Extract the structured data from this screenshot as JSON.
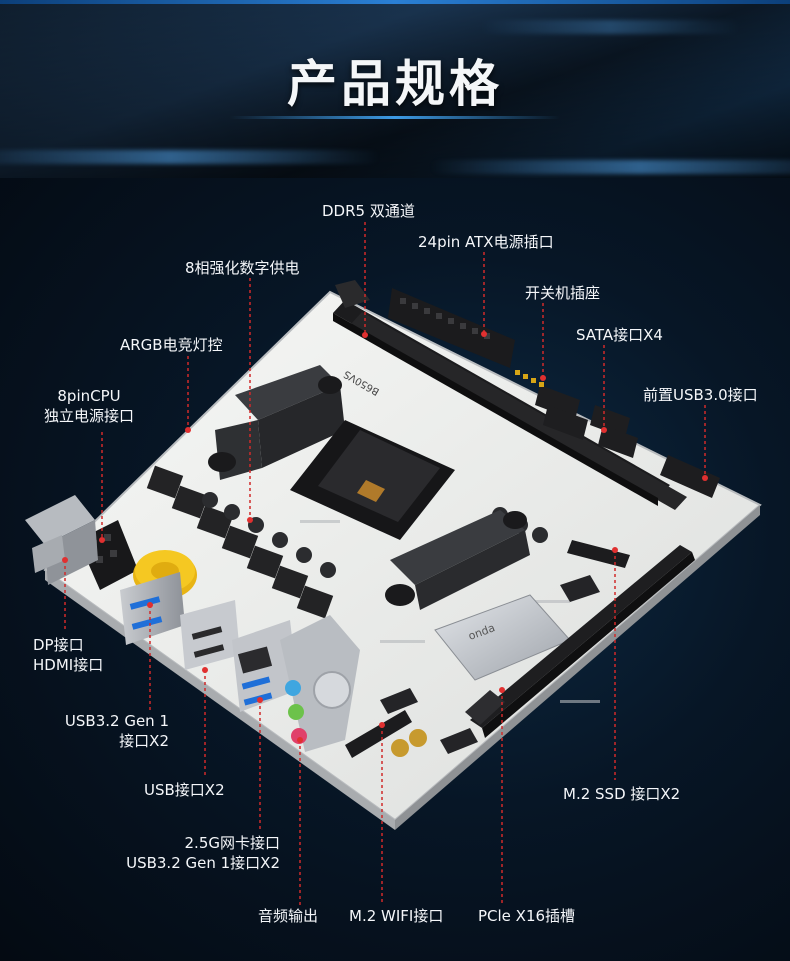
{
  "header": {
    "title": "产品规格"
  },
  "callouts": {
    "ddr5": "DDR5 双通道",
    "atx24": "24pin ATX电源插口",
    "vrm": "8相强化数字供电",
    "power_switch": "开关机插座",
    "argb": "ARGB电竞灯控",
    "sata": "SATA接口X4",
    "cpu8_line1": "8pinCPU",
    "cpu8_line2": "独立电源接口",
    "front_usb": "前置USB3.0接口",
    "dp": "DP接口",
    "hdmi": "HDMI接口",
    "usb32_line1": "USB3.2 Gen 1",
    "usb32_line2": "接口X2",
    "usb_x2": "USB接口X2",
    "m2_ssd": "M.2 SSD 接口X2",
    "lan_line1": "2.5G网卡接口",
    "lan_line2": "USB3.2 Gen 1接口X2",
    "audio": "音频输出",
    "m2_wifi": "M.2 WIFI接口",
    "pcie": "PCle  X16插槽"
  },
  "board_marks": {
    "brand": "onda",
    "model": "B650VS"
  },
  "colors": {
    "background": "#050b14",
    "header_accent": "#3d9be6",
    "leader_line": "#d02a2a",
    "board": "#f1f2f0",
    "slot": "#1c1c1e",
    "heatsink": "#c8cbcf",
    "battery": "#f0c020"
  }
}
